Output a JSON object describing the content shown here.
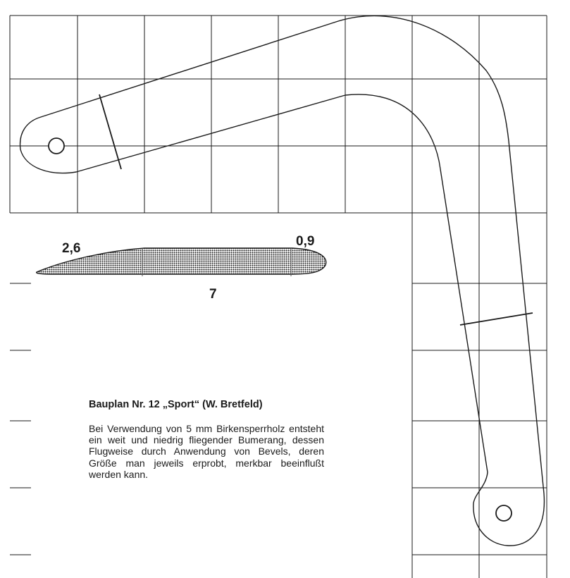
{
  "profile": {
    "thickness_left": "2,6",
    "thickness_right": "0,9",
    "width": "7"
  },
  "caption": {
    "title": "Bauplan Nr. 12 „Sport“ (W. Bretfeld)",
    "body": "Bei Verwendung von 5 mm Birkensperrholz entsteht ein weit und niedrig fliegender Bumerang, dessen Flugweise durch Anwendung von Bevels, deren Größe man jeweils erprobt, merkbar beeinflußt werden kann."
  }
}
